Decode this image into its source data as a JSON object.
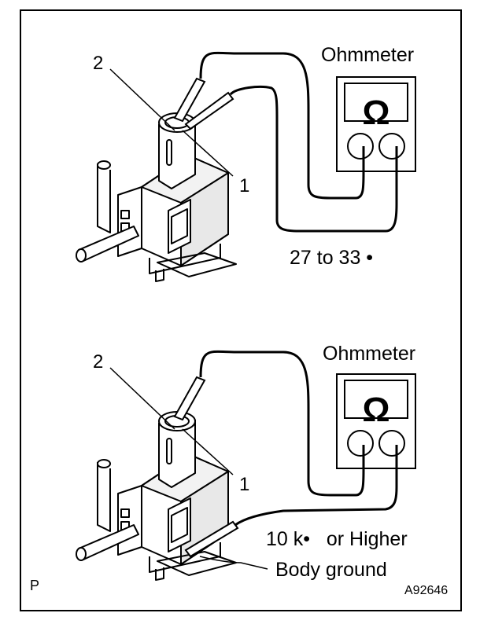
{
  "figure_id": "A92646",
  "corner_letter": "P",
  "top_panel": {
    "meter_label": "Ohmmeter",
    "meter_symbol": "Ω",
    "terminal_2": "2",
    "terminal_1": "1",
    "spec": "27 to 33 •"
  },
  "bottom_panel": {
    "meter_label": "Ohmmeter",
    "meter_symbol": "Ω",
    "terminal_2": "2",
    "terminal_1": "1",
    "spec": "10 k•   or Higher",
    "ground_label": "Body ground"
  }
}
